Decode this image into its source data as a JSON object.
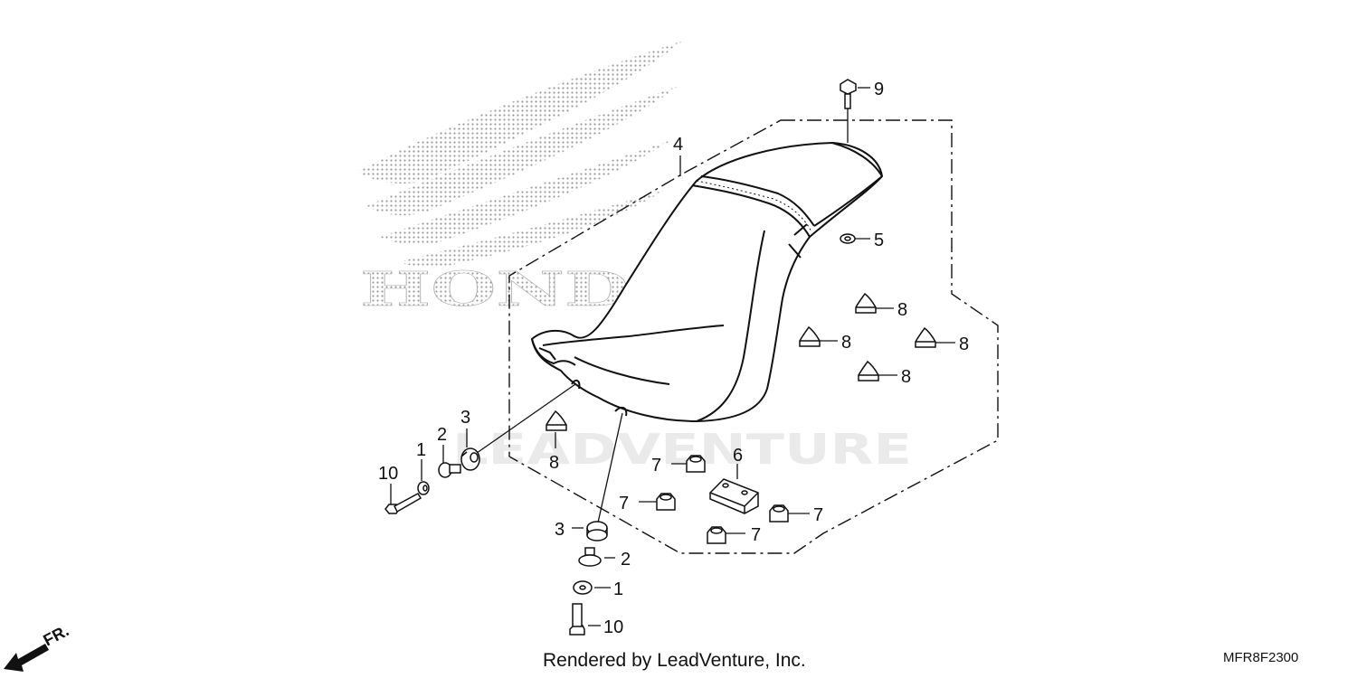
{
  "diagram": {
    "brand_logo_text": "HONDA",
    "watermark_text": "LEADVENTURE",
    "direction_label": "FR.",
    "footer_credit": "Rendered by LeadVenture, Inc.",
    "diagram_code": "MFR8F2300"
  },
  "callouts": {
    "seat": "4",
    "screw_top": "9",
    "cushion_top": "5",
    "stopper_a": "8",
    "stopper_b": "8",
    "stopper_c": "8",
    "stopper_d": "8",
    "stopper_left": "8",
    "damper_a": "7",
    "damper_b": "7",
    "damper_c": "7",
    "damper_d": "7",
    "rubber_block": "6",
    "grommet_upper": "3",
    "collar_upper": "2",
    "washer_upper": "1",
    "bolt_upper": "10",
    "grommet_lower": "3",
    "collar_lower": "2",
    "washer_lower": "1",
    "bolt_lower": "10"
  }
}
